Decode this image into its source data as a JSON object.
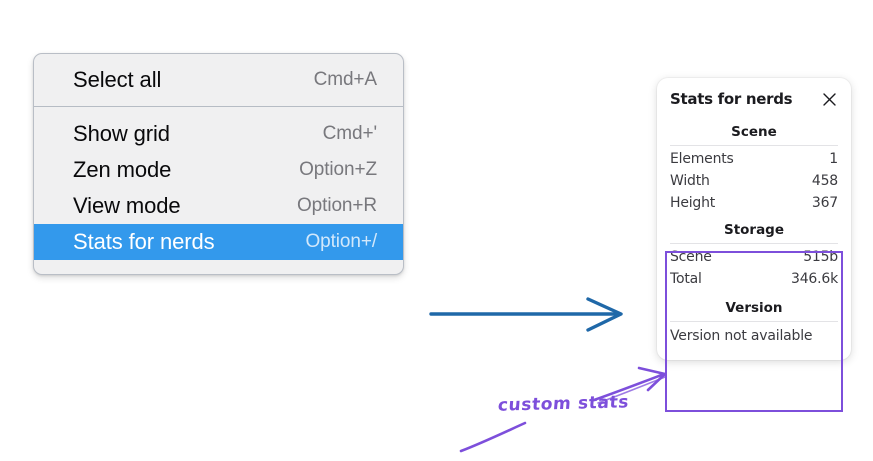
{
  "context_menu": {
    "groups": [
      {
        "items": [
          {
            "label": "Select all",
            "shortcut": "Cmd+A",
            "selected": false
          }
        ]
      },
      {
        "items": [
          {
            "label": "Show grid",
            "shortcut": "Cmd+'",
            "selected": false
          },
          {
            "label": "Zen mode",
            "shortcut": "Option+Z",
            "selected": false
          },
          {
            "label": "View mode",
            "shortcut": "Option+R",
            "selected": false
          },
          {
            "label": "Stats for nerds",
            "shortcut": "Option+/",
            "selected": true
          }
        ]
      }
    ],
    "highlight_color": "#3399ec",
    "background_color": "#f0f0f1"
  },
  "stats_panel": {
    "title": "Stats for nerds",
    "close_icon": "close-icon",
    "sections": [
      {
        "heading": "Scene",
        "rows": [
          {
            "key": "Elements",
            "value": "1"
          },
          {
            "key": "Width",
            "value": "458"
          },
          {
            "key": "Height",
            "value": "367"
          }
        ]
      },
      {
        "heading": "Storage",
        "rows": [
          {
            "key": "Scene",
            "value": "515b"
          },
          {
            "key": "Total",
            "value": "346.6k"
          }
        ]
      },
      {
        "heading": "Version",
        "single_value": "Version not available"
      }
    ]
  },
  "annotations": {
    "handwritten_label": "custom stats",
    "handwriting_color": "#7d4fdb",
    "highlight_box_color": "#7d4fdb",
    "flow_arrow_color": "#1f68a8"
  }
}
